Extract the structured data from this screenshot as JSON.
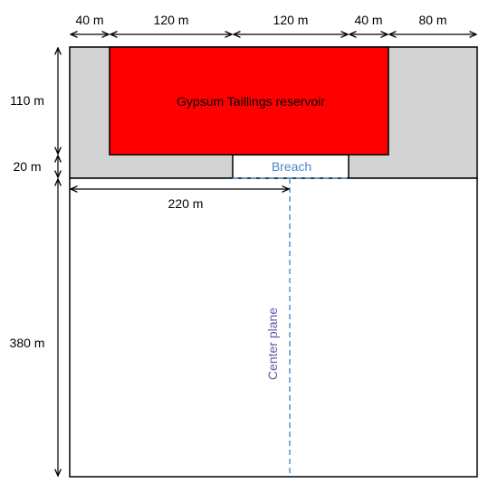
{
  "diagram": {
    "dimensions_top": [
      "40 m",
      "120 m",
      "120 m",
      "40 m",
      "80 m"
    ],
    "dimensions_left": [
      "110 m",
      "20 m",
      "380 m"
    ],
    "dimension_inner": "220 m",
    "reservoir_label": "Gypsum Taillings reservoir",
    "breach_label": "Breach",
    "center_plane_label": "Center plane",
    "colors": {
      "reservoir": "#ff0000",
      "embankment": "#d3d3d3",
      "outline": "#000000",
      "dashed_line": "#5b9bd5",
      "breach_text": "#4a86c8",
      "center_text": "#5b5ba8"
    }
  }
}
